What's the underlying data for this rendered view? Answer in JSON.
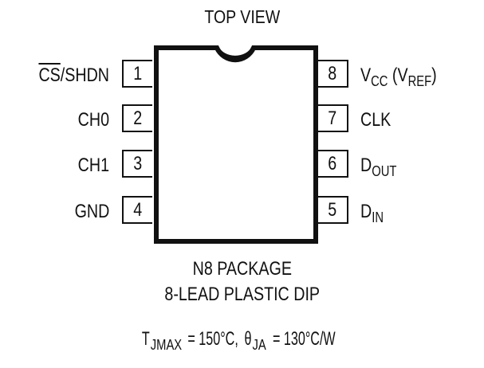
{
  "title": "TOP VIEW",
  "chip": {
    "body_color": "#111111",
    "notch": "semicircle"
  },
  "pins": {
    "left": [
      {
        "number": "1",
        "label_overline": "CS",
        "label_rest": "/SHDN"
      },
      {
        "number": "2",
        "label": "CH0"
      },
      {
        "number": "3",
        "label": "CH1"
      },
      {
        "number": "4",
        "label": "GND"
      }
    ],
    "right": [
      {
        "number": "8",
        "label_main": "V",
        "label_sub": "CC",
        "label_mid": " (V",
        "label_sub2": "REF",
        "label_end": ")"
      },
      {
        "number": "7",
        "label": "CLK"
      },
      {
        "number": "6",
        "label_main": "D",
        "label_sub": "OUT"
      },
      {
        "number": "5",
        "label_main": "D",
        "label_sub": "IN"
      }
    ]
  },
  "package": {
    "name": "N8 PACKAGE",
    "description": "8-LEAD PLASTIC DIP"
  },
  "thermal": {
    "tj_symbol": "T",
    "tj_sub": "JMAX",
    "tj_value": " = 150°C,  ",
    "theta_symbol": "θ",
    "theta_sub": "JA",
    "theta_value": " = 130°C/W"
  }
}
